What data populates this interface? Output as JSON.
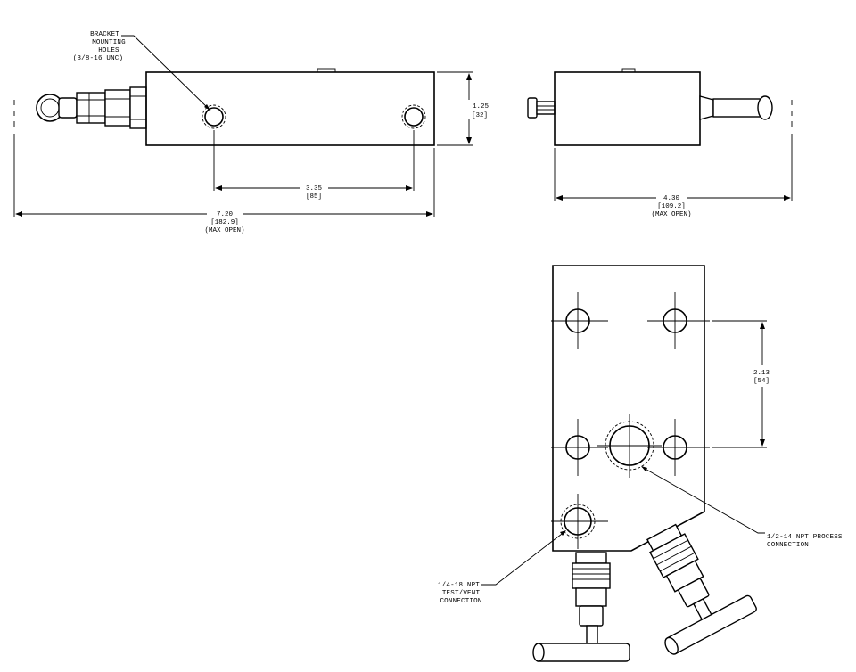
{
  "callouts": {
    "bracket": [
      "BRACKET",
      "MOUNTING",
      "HOLES",
      "(3/8-16 UNC)"
    ],
    "process": [
      "1/2-14 NPT PROCESS",
      "CONNECTION"
    ],
    "test_vent": [
      "1/4-18 NPT",
      "TEST/VENT",
      "CONNECTION"
    ]
  },
  "dimensions": {
    "height": {
      "inch": "1.25",
      "mm": "[32]"
    },
    "hole_spacing": {
      "inch": "3.35",
      "mm": "[85]"
    },
    "overall_length": {
      "inch": "7.20",
      "mm": "[182.9]",
      "note": "(MAX OPEN)"
    },
    "side_width": {
      "inch": "4.30",
      "mm": "[109.2]",
      "note": "(MAX OPEN)"
    },
    "bolt_spacing": {
      "inch": "2.13",
      "mm": "[54]"
    }
  }
}
